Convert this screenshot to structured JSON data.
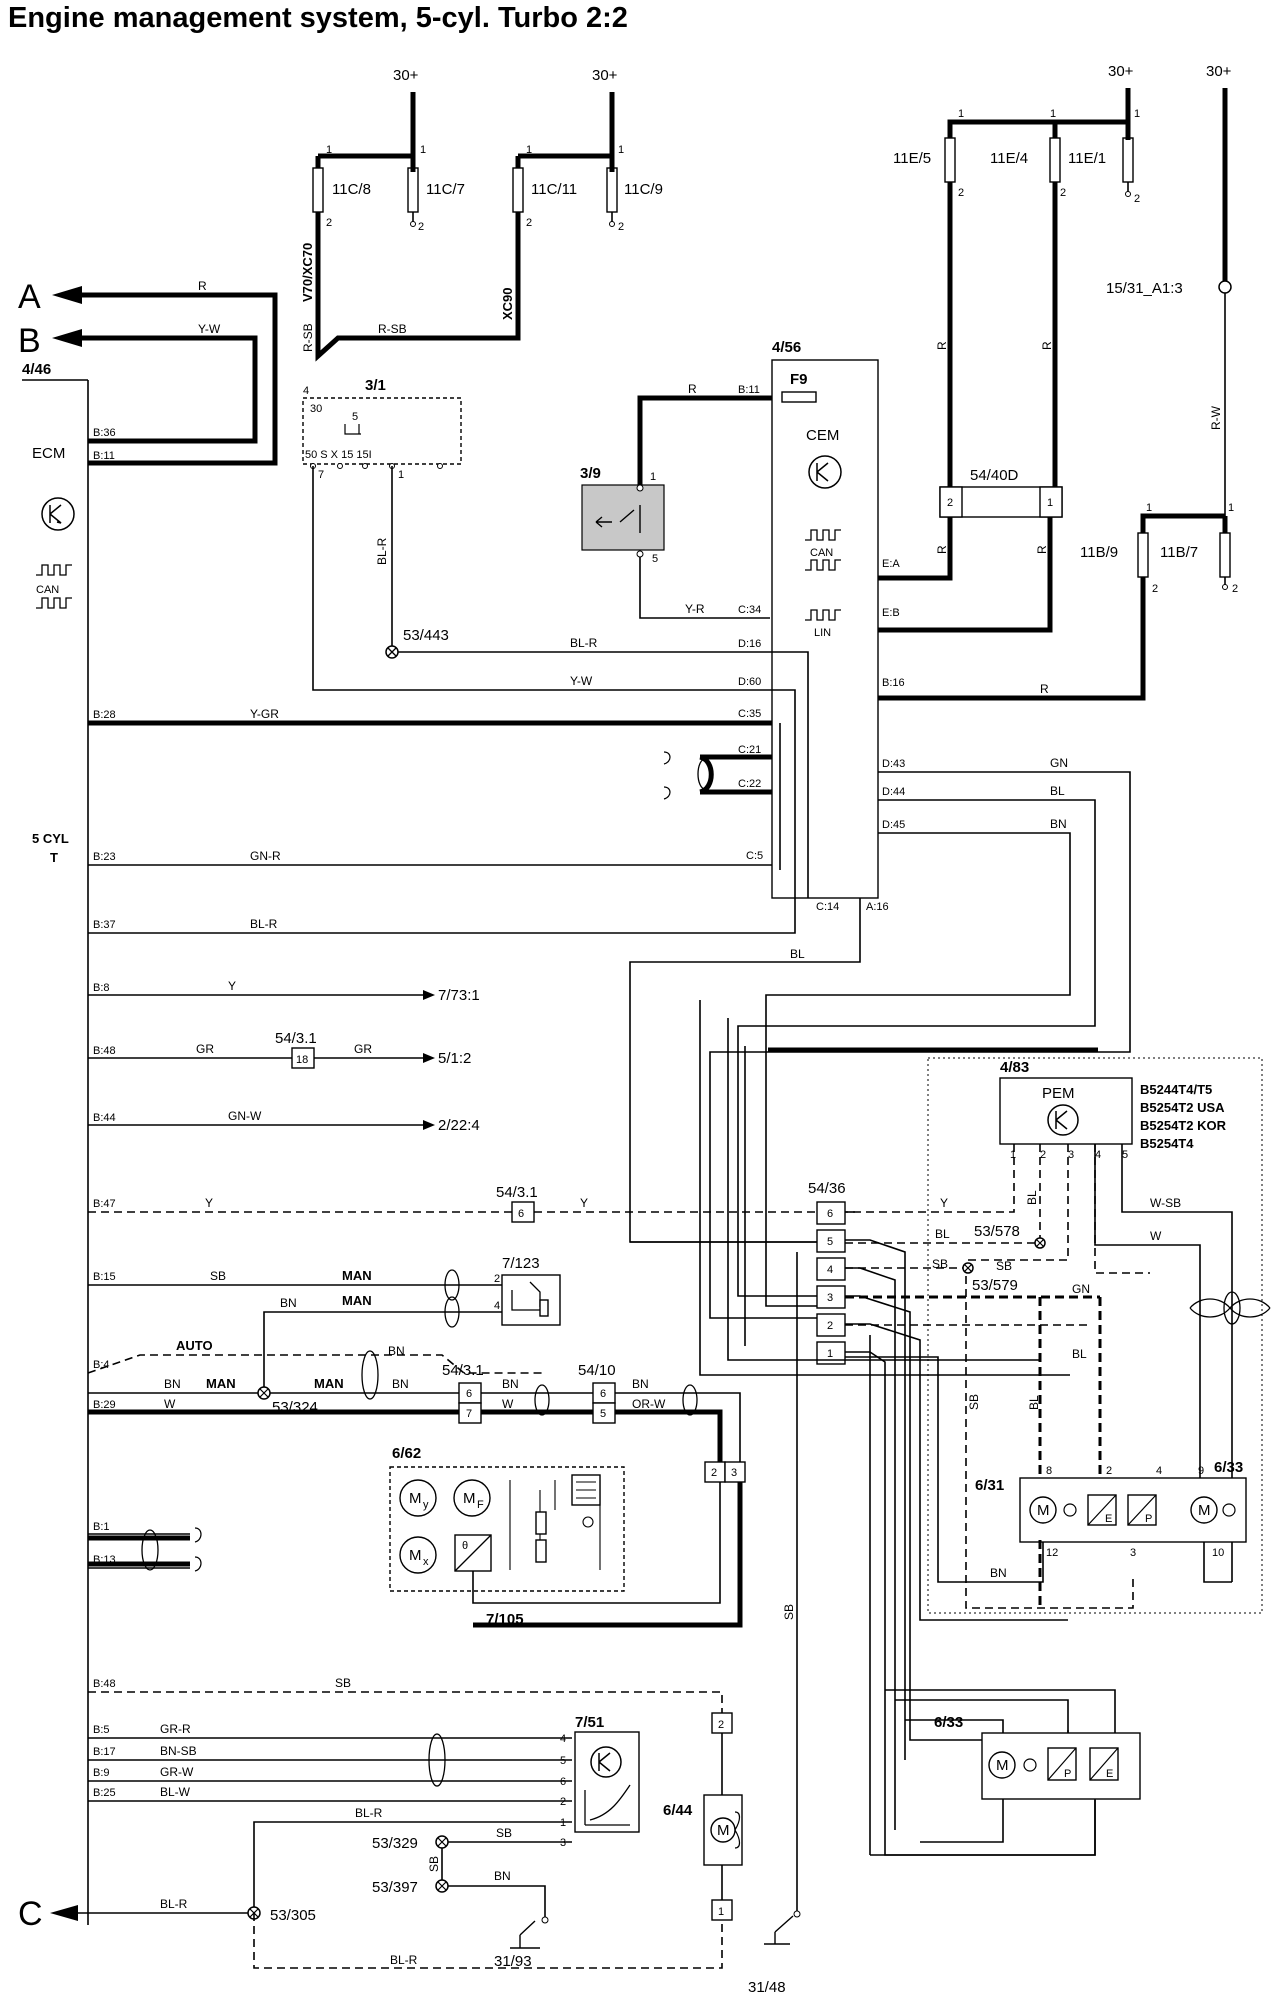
{
  "title": "Engine management system, 5-cyl. Turbo 2:2",
  "arrows": [
    "A",
    "B",
    "C"
  ],
  "supply": {
    "top1": "30+",
    "top2": "30+",
    "top3": "30+",
    "top4": "30+"
  },
  "fuses": {
    "f1": "11C/8",
    "f2": "11C/7",
    "f3": "11C/11",
    "f4": "11C/9",
    "f5": "11E/5",
    "f6": "11E/4",
    "f7": "11E/1",
    "f8": "11B/9",
    "f9": "11B/7",
    "f10": "15/31_A1:3"
  },
  "variants": {
    "v1": "V70/XC70",
    "v2": "XC90"
  },
  "ecm": {
    "id": "4/46",
    "name": "ECM",
    "cyl": "5 CYL",
    "t": "T",
    "can": "CAN"
  },
  "cem": {
    "id": "4/56",
    "fuse": "F9",
    "name": "CEM",
    "can": "CAN",
    "lin": "LIN"
  },
  "switch31": {
    "id": "3/1",
    "p4": "4",
    "p30": "30",
    "p5": "5",
    "row": "50    S    X    15    15I",
    "p7": "7",
    "p1": "1"
  },
  "switch39": {
    "id": "3/9",
    "p1": "1",
    "p5": "5"
  },
  "splices": {
    "s443": "53/443",
    "s578": "53/578",
    "s579": "53/579",
    "s324": "53/324",
    "s329": "53/329",
    "s397": "53/397",
    "s305": "53/305",
    "g3193": "31/93",
    "g3148": "31/48"
  },
  "connectors": {
    "c5440d": "54/40D",
    "c543a": "54/3.1",
    "c543b": "54/3.1",
    "c543c": "54/3.1",
    "c5410": "54/10",
    "c5436": "54/36"
  },
  "pem": {
    "id": "4/83",
    "name": "PEM",
    "eng1": "B5244T4/T5",
    "eng2": "B5254T2 USA",
    "eng3": "B5254T2 KOR",
    "eng4": "B5254T4"
  },
  "comps": {
    "c631": "6/31",
    "c633a": "6/33",
    "c633b": "6/33",
    "c662": "6/62",
    "c7105": "7/105",
    "c7123": "7/123",
    "c751": "7/51",
    "c644": "6/44",
    "ref1": "7/73:1",
    "ref2": "5/1:2",
    "ref3": "2/22:4"
  },
  "pins": {
    "b36": "B:36",
    "b11": "B:11",
    "b28": "B:28",
    "b23": "B:23",
    "b37": "B:37",
    "b8": "B:8",
    "b48a": "B:48",
    "b44": "B:44",
    "b47": "B:47",
    "b15": "B:15",
    "b4": "B:4",
    "b29": "B:29",
    "b1": "B:1",
    "b13": "B:13",
    "b48b": "B:48",
    "b5": "B:5",
    "b17": "B:17",
    "b9": "B:9",
    "b25": "B:25",
    "cb11": "B:11",
    "c34": "C:34",
    "d16": "D:16",
    "d60": "D:60",
    "c35": "C:35",
    "c21": "C:21",
    "c22": "C:22",
    "c5": "C:5",
    "c14": "C:14",
    "a16": "A:16",
    "ea": "E:A",
    "eb": "E:B",
    "cb16": "B:16",
    "d43": "D:43",
    "d44": "D:44",
    "d45": "D:45"
  },
  "wires": {
    "R": "R",
    "YW": "Y-W",
    "RSB": "R-SB",
    "BLR": "BL-R",
    "YR": "Y-R",
    "YGR": "Y-GR",
    "GNR": "GN-R",
    "Y": "Y",
    "GR": "GR",
    "GNW": "GN-W",
    "SB": "SB",
    "BN": "BN",
    "W": "W",
    "ORW": "OR-W",
    "GN": "GN",
    "BL": "BL",
    "RW": "R-W",
    "WSB": "W-SB",
    "GRR": "GR-R",
    "BNSB": "BN-SB",
    "GRW": "GR-W",
    "BLW": "BL-W"
  },
  "notes": {
    "man": "MAN",
    "auto": "AUTO"
  },
  "n": {
    "0": "",
    "1": "1",
    "2": "2",
    "3": "3",
    "4": "4",
    "5": "5",
    "6": "6",
    "7": "7",
    "8": "8",
    "9": "9",
    "10": "10",
    "12": "12",
    "18": "18"
  },
  "letters": {
    "E": "E",
    "P": "P",
    "M": "M",
    "y": "y",
    "F": "F",
    "x": "x",
    "theta": "θ"
  }
}
